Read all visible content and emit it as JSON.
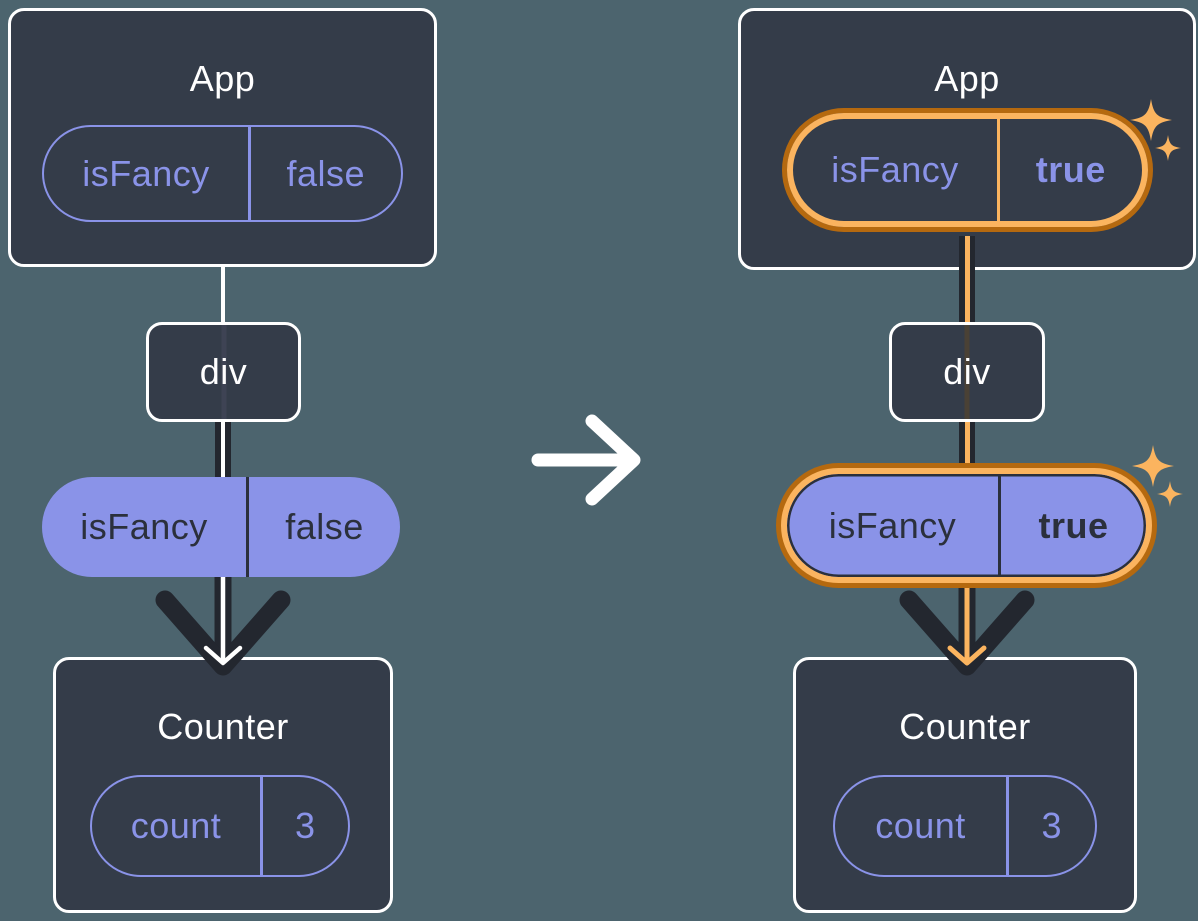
{
  "colors": {
    "background": "#4c646e",
    "card_fill": "#343c49",
    "card_border": "#ffffff",
    "accent_purple": "#8a93e8",
    "dark_ink": "#23272f",
    "highlight_orange_outer": "#b5690f",
    "highlight_orange_inner": "#fbb45f"
  },
  "left_diagram": {
    "app_card": {
      "title": "App",
      "prop_pill": {
        "key": "isFancy",
        "value": "false"
      }
    },
    "div_node": {
      "label": "div"
    },
    "passed_prop_pill": {
      "key": "isFancy",
      "value": "false"
    },
    "counter_card": {
      "title": "Counter",
      "state_pill": {
        "key": "count",
        "value": "3"
      }
    }
  },
  "right_diagram": {
    "app_card": {
      "title": "App",
      "prop_pill": {
        "key": "isFancy",
        "value": "true"
      }
    },
    "div_node": {
      "label": "div"
    },
    "passed_prop_pill": {
      "key": "isFancy",
      "value": "true"
    },
    "counter_card": {
      "title": "Counter",
      "state_pill": {
        "key": "count",
        "value": "3"
      }
    }
  },
  "icons": {
    "transition_arrow": "right-arrow-icon",
    "sparkles": "sparkle-stars-icon"
  }
}
